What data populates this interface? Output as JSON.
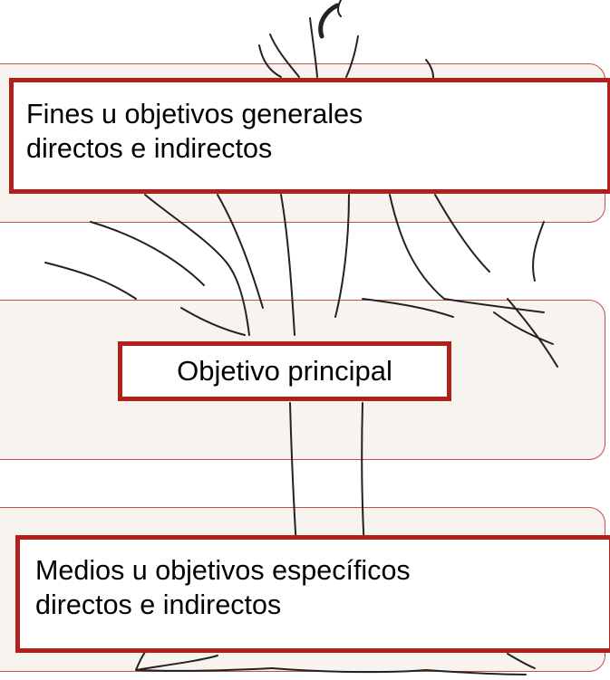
{
  "boxes": {
    "top": {
      "line1": "Fines u objetivos generales",
      "line2": "directos e indirectos"
    },
    "middle": {
      "text": "Objetivo principal"
    },
    "bottom": {
      "line1": "Medios u objetivos específicos",
      "line2": "directos e indirectos"
    }
  },
  "colors": {
    "box_border": "#b2201c",
    "band_fill": "#f0ebe2",
    "band_border": "#c0504d",
    "tree_outline": "#222222"
  },
  "illustration": "tree-outline"
}
